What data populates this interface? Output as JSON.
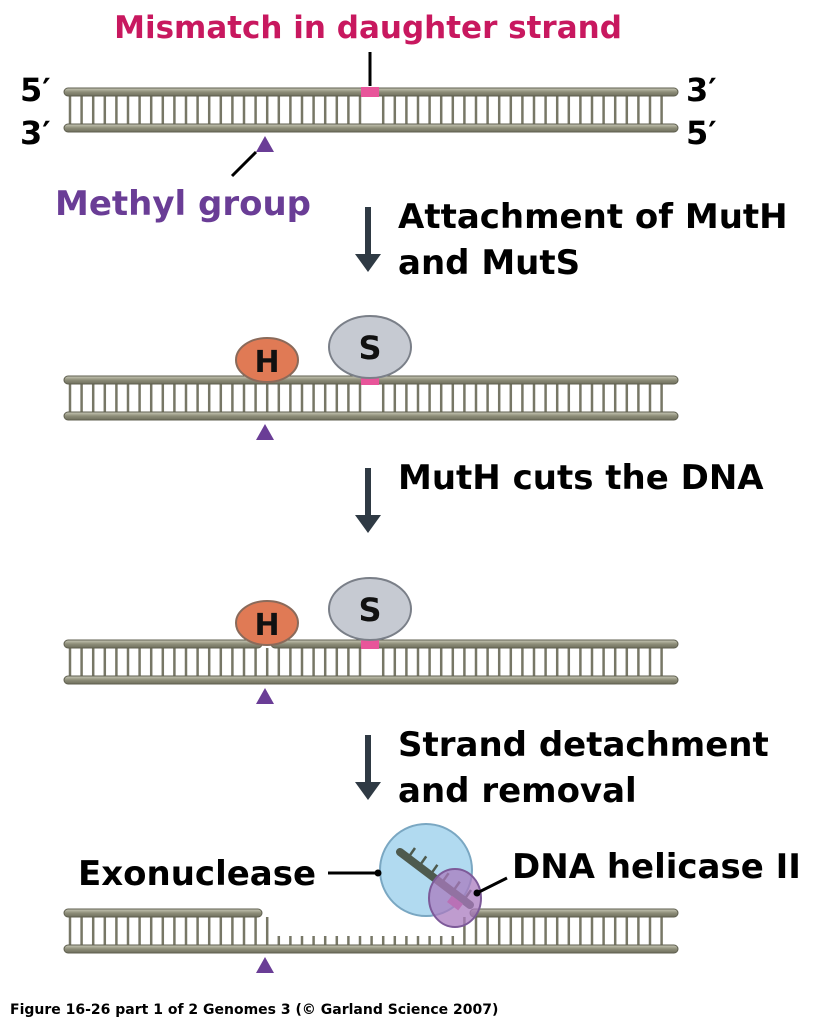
{
  "labels": {
    "mismatch": "Mismatch in daughter strand",
    "end_top_left": "5′",
    "end_bottom_left": "3′",
    "end_top_right": "3′",
    "end_bottom_right": "5′",
    "methyl": "Methyl group"
  },
  "steps": [
    {
      "line1": "Attachment of MutH",
      "line2": "and MutS"
    },
    {
      "line1": "MutH cuts the DNA",
      "line2": ""
    },
    {
      "line1": "Strand detachment",
      "line2": "and removal"
    }
  ],
  "proteins": {
    "muth_letter": "H",
    "muts_letter": "S",
    "exonuclease": "Exonuclease",
    "helicase": "DNA helicase II"
  },
  "caption": "Figure 16-26 part 1 of 2  Genomes 3 (© Garland Science 2007)",
  "colors": {
    "strand": "#9a9a86",
    "mismatch": "#e8559a",
    "methyl": "#6a3d96",
    "muth": "#e07a55",
    "muts": "#c6cad2",
    "exonuclease": "#a9d6ee",
    "helicase": "#a97bbf",
    "arrow": "#2f3a44"
  }
}
